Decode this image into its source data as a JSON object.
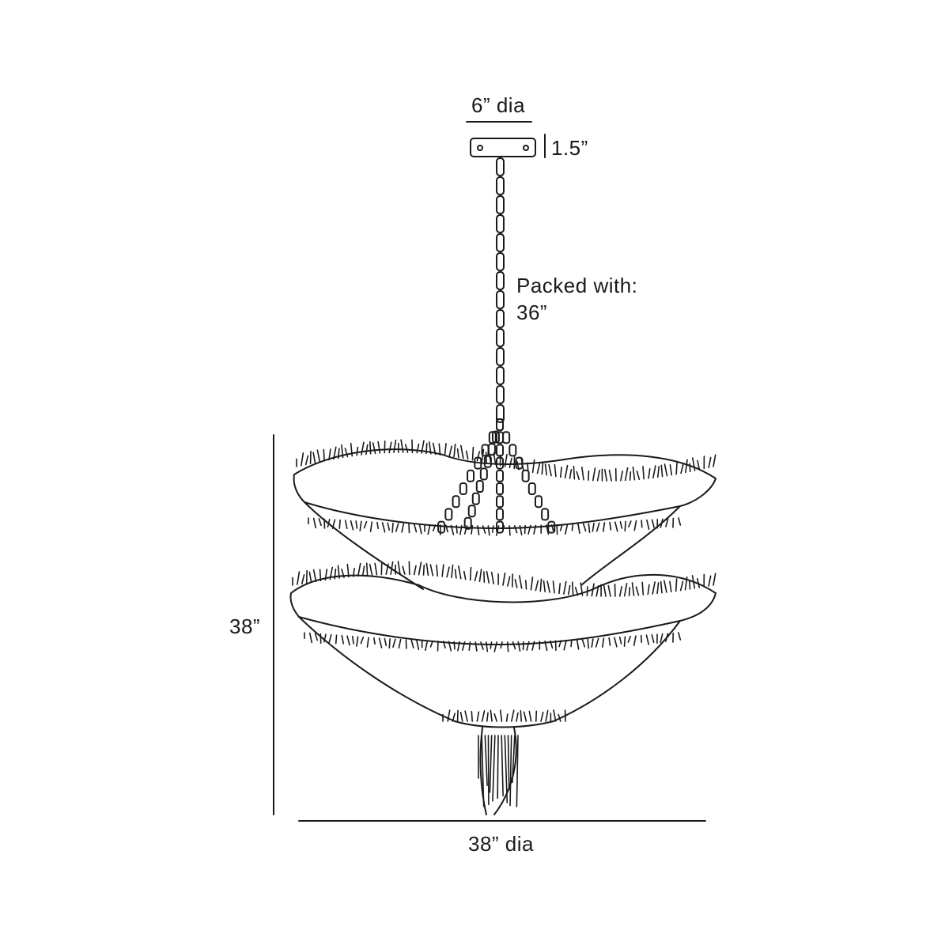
{
  "dimensions": {
    "canopy_diameter": "6” dia",
    "canopy_height": "1.5”",
    "chain_label": "Packed with:",
    "chain_length": "36”",
    "overall_height": "38”",
    "overall_diameter": "38” dia"
  },
  "colors": {
    "line": "#1a1a1a",
    "background": "#ffffff"
  }
}
